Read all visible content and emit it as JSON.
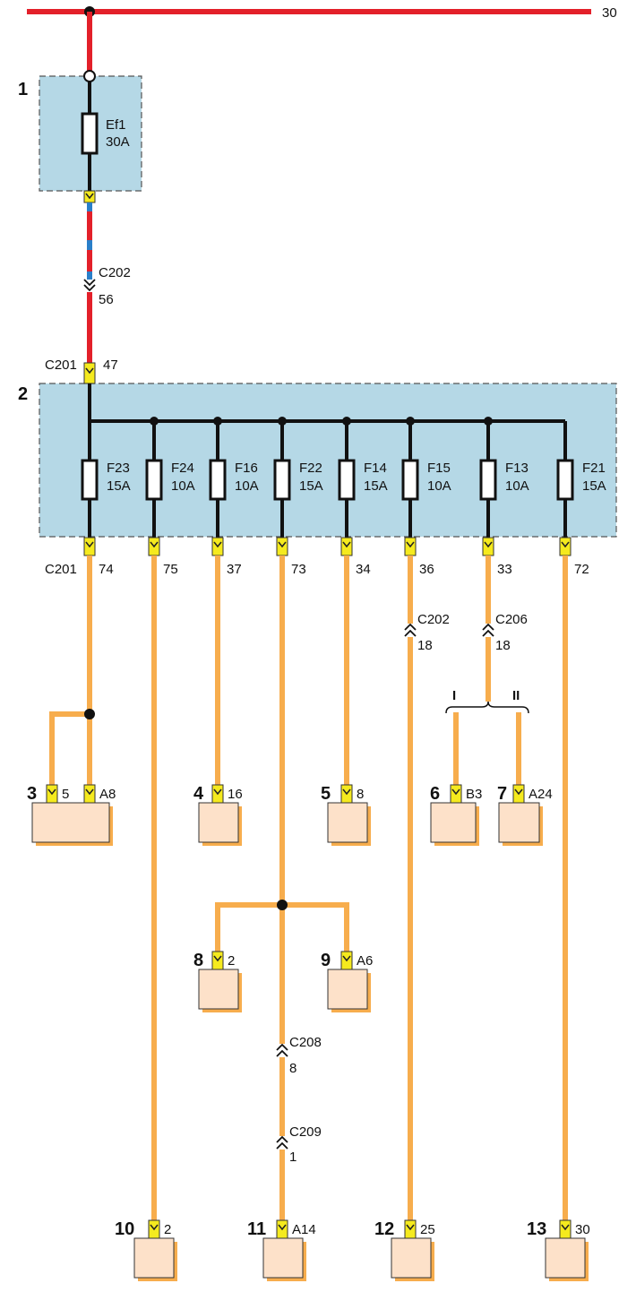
{
  "diagram": {
    "battery_terminal": "30",
    "fuse_box_1": {
      "number": "1",
      "fuse": {
        "id": "Ef1",
        "rating": "30A"
      }
    },
    "connector_c202_top": {
      "name": "C202",
      "pin": "56"
    },
    "connector_c201_in": {
      "name": "C201",
      "pin": "47"
    },
    "fuse_box_2": {
      "number": "2",
      "connector_out_name": "C201",
      "fuses": [
        {
          "id": "F23",
          "rating": "15A",
          "pin": "74"
        },
        {
          "id": "F24",
          "rating": "10A",
          "pin": "75"
        },
        {
          "id": "F16",
          "rating": "10A",
          "pin": "37"
        },
        {
          "id": "F22",
          "rating": "15A",
          "pin": "73"
        },
        {
          "id": "F14",
          "rating": "15A",
          "pin": "34"
        },
        {
          "id": "F15",
          "rating": "10A",
          "pin": "36"
        },
        {
          "id": "F13",
          "rating": "10A",
          "pin": "33"
        },
        {
          "id": "F21",
          "rating": "15A",
          "pin": "72"
        }
      ]
    },
    "inline_connectors": [
      {
        "name": "C202",
        "pin": "18"
      },
      {
        "name": "C206",
        "pin": "18"
      },
      {
        "name": "C208",
        "pin": "8"
      },
      {
        "name": "C209",
        "pin": "1"
      }
    ],
    "variants": {
      "left": "I",
      "right": "II"
    },
    "components": [
      {
        "number": "3",
        "pins": [
          "5",
          "A8"
        ]
      },
      {
        "number": "4",
        "pins": [
          "16"
        ]
      },
      {
        "number": "5",
        "pins": [
          "8"
        ]
      },
      {
        "number": "6",
        "pins": [
          "B3"
        ]
      },
      {
        "number": "7",
        "pins": [
          "A24"
        ]
      },
      {
        "number": "8",
        "pins": [
          "2"
        ]
      },
      {
        "number": "9",
        "pins": [
          "A6"
        ]
      },
      {
        "number": "10",
        "pins": [
          "2"
        ]
      },
      {
        "number": "11",
        "pins": [
          "A14"
        ]
      },
      {
        "number": "12",
        "pins": [
          "25"
        ]
      },
      {
        "number": "13",
        "pins": [
          "30"
        ]
      }
    ],
    "colors": {
      "power_wire": "#e3202a",
      "feed_wire": "#f7ad4d",
      "split_wire_blue": "#2a7fc9",
      "module_fill": "#b5d8e6",
      "component_fill": "#fde1c9",
      "connector_pin": "#f5ea1e"
    }
  }
}
